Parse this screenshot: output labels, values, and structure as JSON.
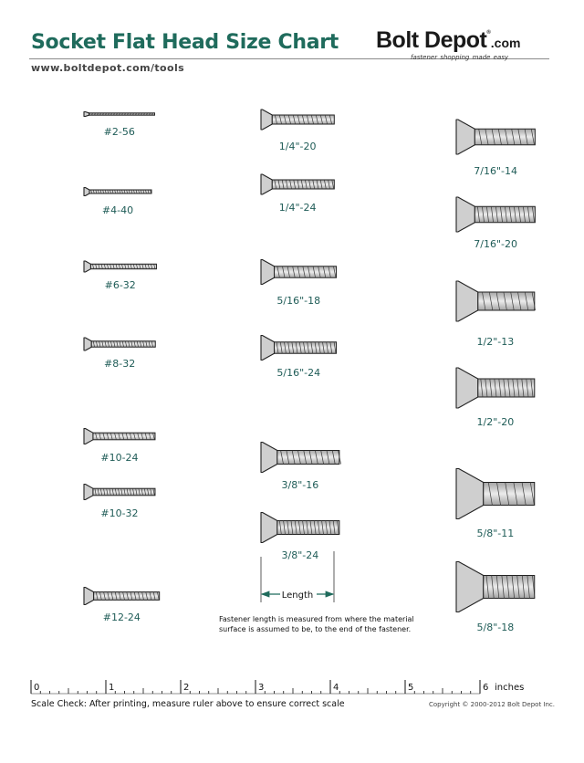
{
  "header": {
    "title": "Socket Flat Head Size Chart",
    "url": "www.boltdepot.com/tools",
    "logo_main": "Bolt Depot",
    "logo_tm": "®",
    "logo_suffix": ".com",
    "logo_tagline": "fastener shopping   made easy"
  },
  "fasteners": [
    {
      "label": "#2-56",
      "column": 1,
      "head": 5,
      "shank": 2.4,
      "threaded_length": 72,
      "pitch": 1.5
    },
    {
      "label": "#4-40",
      "column": 1,
      "head": 9,
      "shank": 4,
      "threaded_length": 68,
      "pitch": 2.6
    },
    {
      "label": "#6-32",
      "column": 1,
      "head": 12,
      "shank": 5.4,
      "threaded_length": 72,
      "pitch": 3.2
    },
    {
      "label": "#8-32",
      "column": 1,
      "head": 14,
      "shank": 6.5,
      "threaded_length": 70,
      "pitch": 3.2
    },
    {
      "label": "#10-24",
      "column": 1,
      "head": 17,
      "shank": 7.6,
      "threaded_length": 68,
      "pitch": 4.2
    },
    {
      "label": "#10-32",
      "column": 1,
      "head": 17,
      "shank": 7.6,
      "threaded_length": 68,
      "pitch": 3.2
    },
    {
      "label": "#12-24",
      "column": 1,
      "head": 19,
      "shank": 8.8,
      "threaded_length": 72,
      "pitch": 4.2
    },
    {
      "label": "1/4\"-20",
      "column": 2,
      "head": 22,
      "shank": 10,
      "threaded_length": 68,
      "pitch": 5
    },
    {
      "label": "1/4\"-24",
      "column": 2,
      "head": 22,
      "shank": 10,
      "threaded_length": 68,
      "pitch": 4.2
    },
    {
      "label": "5/16\"-18",
      "column": 2,
      "head": 27,
      "shank": 12.5,
      "threaded_length": 68,
      "pitch": 5.6
    },
    {
      "label": "5/16\"-24",
      "column": 2,
      "head": 27,
      "shank": 12.5,
      "threaded_length": 68,
      "pitch": 4.2
    },
    {
      "label": "3/8\"-16",
      "column": 2,
      "head": 33,
      "shank": 15,
      "threaded_length": 68,
      "pitch": 6.3
    },
    {
      "label": "3/8\"-24",
      "column": 2,
      "head": 33,
      "shank": 15,
      "threaded_length": 68,
      "pitch": 4.2
    },
    {
      "label": "7/16\"-14",
      "column": 3,
      "head": 38,
      "shank": 17.5,
      "threaded_length": 66,
      "pitch": 7.2
    },
    {
      "label": "7/16\"-20",
      "column": 3,
      "head": 38,
      "shank": 17.5,
      "threaded_length": 66,
      "pitch": 5
    },
    {
      "label": "1/2\"-13",
      "column": 3,
      "head": 44,
      "shank": 20,
      "threaded_length": 62,
      "pitch": 7.8
    },
    {
      "label": "1/2\"-20",
      "column": 3,
      "head": 44,
      "shank": 20,
      "threaded_length": 62,
      "pitch": 5
    },
    {
      "label": "5/8\"-11",
      "column": 3,
      "head": 55,
      "shank": 25,
      "threaded_length": 56,
      "pitch": 9.2
    },
    {
      "label": "5/8\"-18",
      "column": 3,
      "head": 55,
      "shank": 25,
      "threaded_length": 56,
      "pitch": 5.6
    }
  ],
  "length_indicator": {
    "label": "Length"
  },
  "note": "Fastener length is measured from where the material surface is assumed to be, to the end of the fastener.",
  "ruler": {
    "numbers": [
      "0",
      "1",
      "2",
      "3",
      "4",
      "5",
      "6"
    ],
    "unit": "inches"
  },
  "footer": {
    "scale_check": "Scale Check:  After printing, measure ruler above to ensure correct scale",
    "copyright": "Copyright © 2000-2012 Bolt Depot Inc."
  }
}
